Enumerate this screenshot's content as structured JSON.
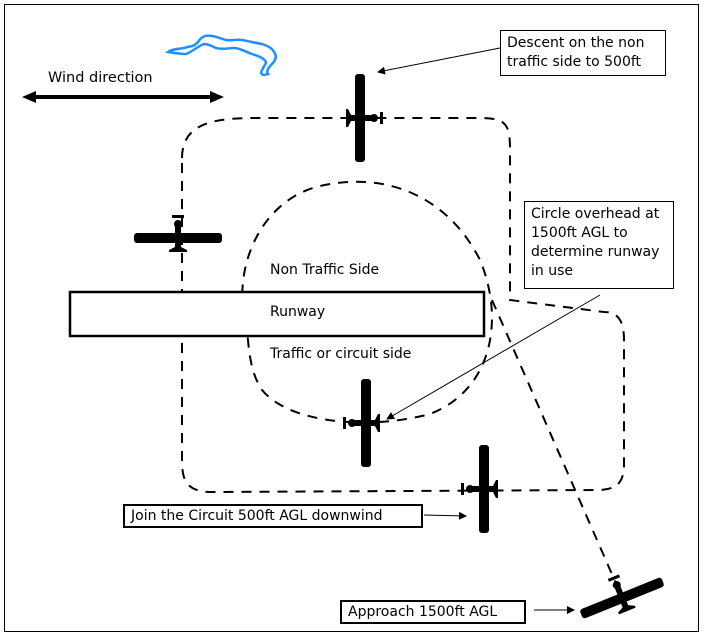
{
  "labels": {
    "wind": "Wind direction",
    "non_traffic": "Non Traffic Side",
    "runway": "Runway",
    "traffic": "Traffic or circuit side"
  },
  "callouts": {
    "descent": [
      "Descent on the non",
      "traffic side to 500ft"
    ],
    "circle": [
      "Circle overhead at",
      "1500ft AGL to",
      "determine runway",
      "in use"
    ],
    "join": "Join the Circuit 500ft AGL downwind",
    "approach": "Approach 1500ft AGL"
  },
  "colors": {
    "ink": "#000000",
    "scribble": "#1e90ff"
  }
}
